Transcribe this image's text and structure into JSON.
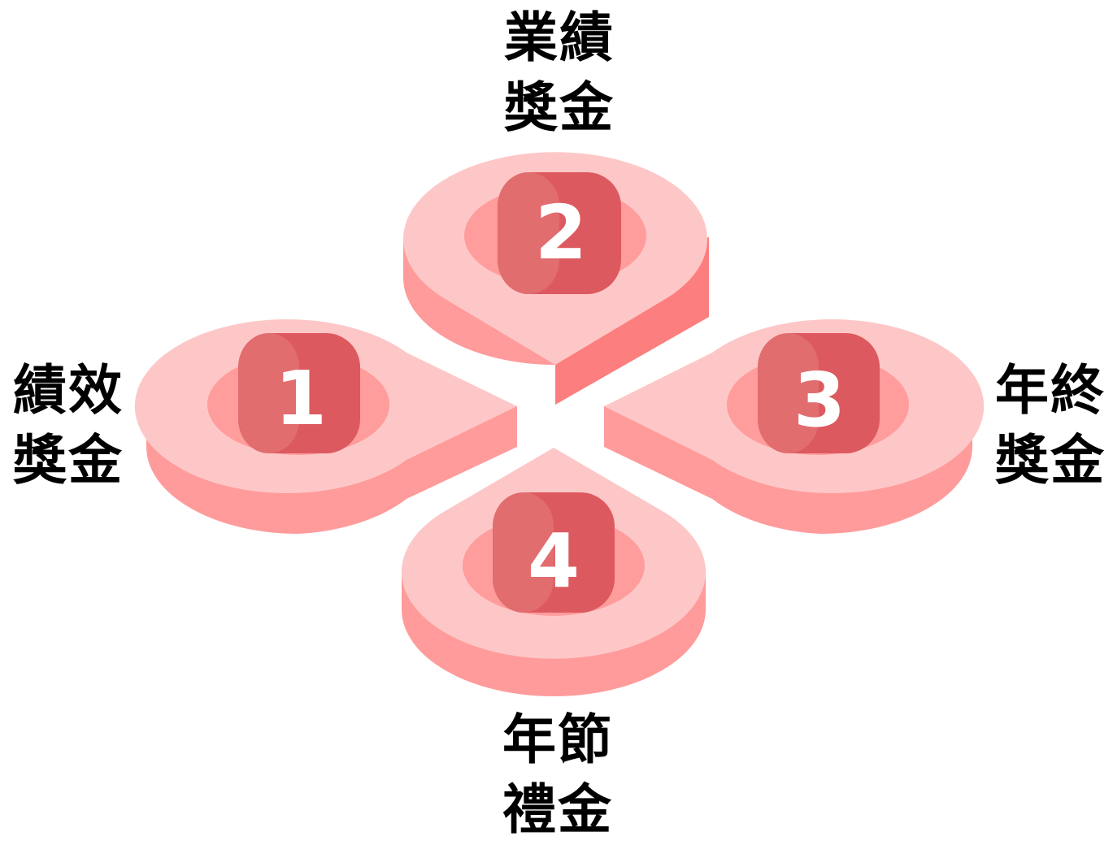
{
  "items": [
    {
      "number": "1",
      "label_line1": "績效",
      "label_line2": "獎金"
    },
    {
      "number": "2",
      "label_line1": "業績",
      "label_line2": "獎金"
    },
    {
      "number": "3",
      "label_line1": "年終",
      "label_line2": "獎金"
    },
    {
      "number": "4",
      "label_line1": "年節",
      "label_line2": "禮金"
    }
  ],
  "colors": {
    "top_face": "#fec7c7",
    "side_face": "#ff9b9b",
    "side_face_dark": "#fd7e7e",
    "inner_well": "#ff9c9c",
    "badge": "#dc5a5f",
    "badge_highlight": "#e16d6f",
    "number_text": "#ffffff",
    "label_text": "#000000"
  }
}
